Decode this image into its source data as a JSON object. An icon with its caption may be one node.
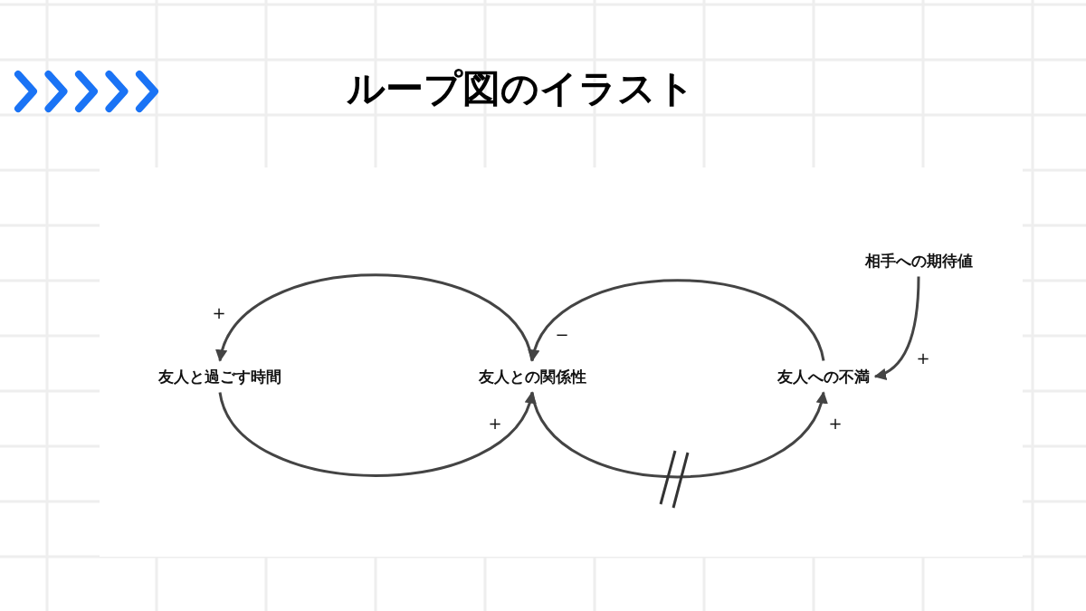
{
  "diagram": {
    "title": "ループ図のイラスト",
    "nodes": [
      {
        "text": [
          "友人と過ごす時間"
        ]
      },
      {
        "text": [
          "友人との関係性"
        ]
      },
      {
        "text": [
          "友人への不満"
        ]
      },
      {
        "text": [
          "相手への期待値"
        ]
      }
    ],
    "edges": [
      {
        "from": 1,
        "to": 0,
        "arrow": "to",
        "label": "+"
      },
      {
        "from": 0,
        "to": 1,
        "arrow": "to",
        "label": "+"
      },
      {
        "from": 2,
        "to": 1,
        "arrow": "to",
        "label": "−"
      },
      {
        "from": 1,
        "to": 2,
        "arrow": "to",
        "label": "+"
      },
      {
        "from": 3,
        "to": 2,
        "arrow": "to",
        "label": "+"
      }
    ]
  }
}
